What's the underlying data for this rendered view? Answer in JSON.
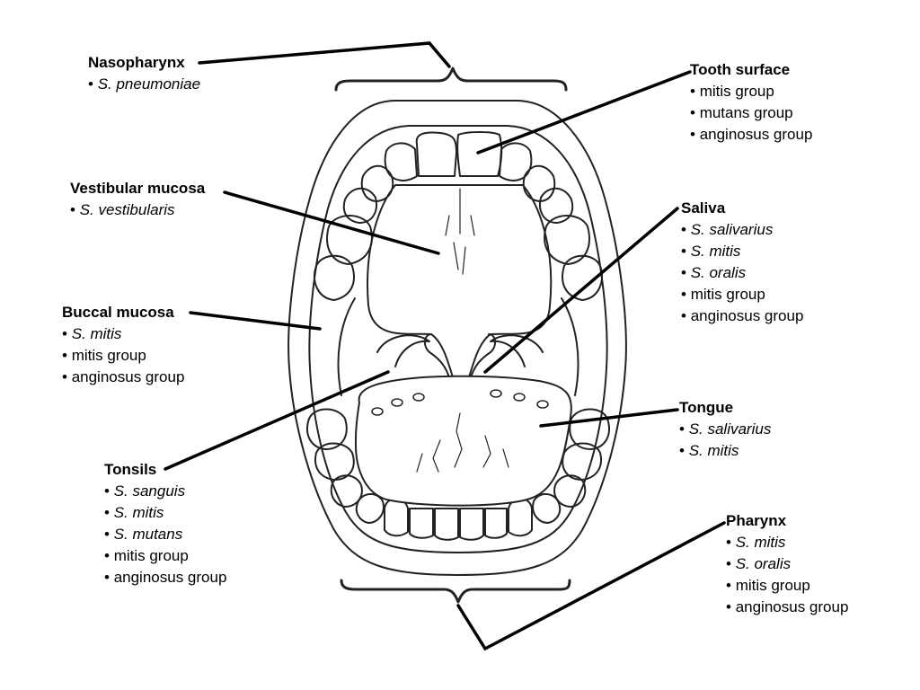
{
  "labels": {
    "nasopharynx": {
      "title": "Nasopharynx",
      "items": [
        {
          "text": "S. pneumoniae",
          "italic": true
        }
      ]
    },
    "tooth_surface": {
      "title": "Tooth surface",
      "items": [
        {
          "text": "mitis group",
          "italic": false
        },
        {
          "text": "mutans group",
          "italic": false
        },
        {
          "text": "anginosus group",
          "italic": false
        }
      ]
    },
    "vestibular_mucosa": {
      "title": "Vestibular mucosa",
      "items": [
        {
          "text": "S. vestibularis",
          "italic": true
        }
      ]
    },
    "saliva": {
      "title": "Saliva",
      "items": [
        {
          "text": "S. salivarius",
          "italic": true
        },
        {
          "text": "S. mitis",
          "italic": true
        },
        {
          "text": "S. oralis",
          "italic": true
        },
        {
          "text": "mitis group",
          "italic": false
        },
        {
          "text": "anginosus group",
          "italic": false
        }
      ]
    },
    "buccal_mucosa": {
      "title": "Buccal mucosa",
      "items": [
        {
          "text": "S. mitis",
          "italic": true
        },
        {
          "text": "mitis group",
          "italic": false
        },
        {
          "text": "anginosus group",
          "italic": false
        }
      ]
    },
    "tongue": {
      "title": "Tongue",
      "items": [
        {
          "text": "S. salivarius",
          "italic": true
        },
        {
          "text": "S. mitis",
          "italic": true
        }
      ]
    },
    "tonsils": {
      "title": "Tonsils",
      "items": [
        {
          "text": "S. sanguis",
          "italic": true
        },
        {
          "text": "S. mitis",
          "italic": true
        },
        {
          "text": "S. mutans",
          "italic": true
        },
        {
          "text": "mitis group",
          "italic": false
        },
        {
          "text": "anginosus group",
          "italic": false
        }
      ]
    },
    "pharynx": {
      "title": "Pharynx",
      "items": [
        {
          "text": "S. mitis",
          "italic": true
        },
        {
          "text": "S. oralis",
          "italic": true
        },
        {
          "text": "mitis group",
          "italic": false
        },
        {
          "text": "anginosus group",
          "italic": false
        }
      ]
    }
  }
}
